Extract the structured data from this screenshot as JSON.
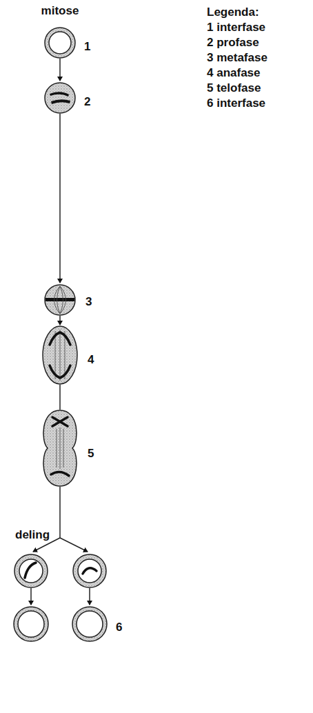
{
  "diagram": {
    "title": "mitose",
    "labels": [
      "Legenda:",
      "1 interfase",
      "2 profase",
      "3 metafase",
      "4 anafase",
      "5 telofase",
      "6 interfase",
      "1",
      "2",
      "3",
      "4",
      "5",
      "deling",
      "6"
    ]
  }
}
